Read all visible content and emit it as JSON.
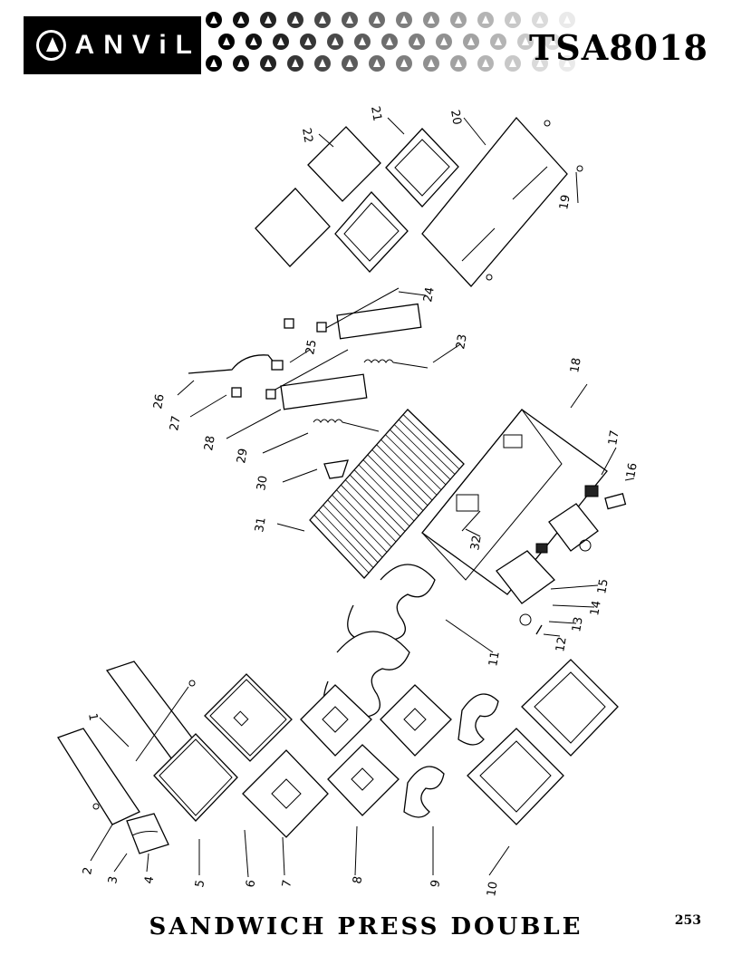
{
  "header": {
    "brand": "ANViL",
    "model": "TSA8018"
  },
  "footer": {
    "title": "SANDWICH PRESS DOUBLE",
    "page_number": "253"
  },
  "diagram": {
    "callouts": [
      "1",
      "2",
      "3",
      "4",
      "5",
      "6",
      "7",
      "8",
      "9",
      "10",
      "11",
      "12",
      "13",
      "14",
      "15",
      "16",
      "17",
      "18",
      "19",
      "20",
      "21",
      "22",
      "23",
      "24",
      "25",
      "26",
      "27",
      "28",
      "29",
      "30",
      "31",
      "32"
    ]
  },
  "colors": {
    "ink": "#000000",
    "paper": "#ffffff",
    "pattern": "#9a9a9a"
  }
}
